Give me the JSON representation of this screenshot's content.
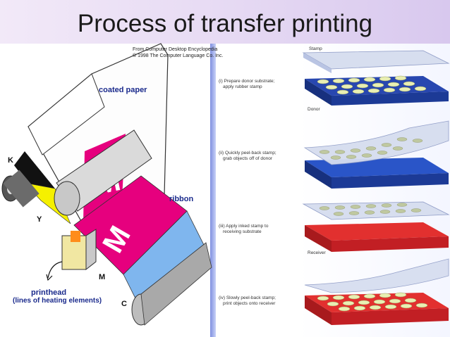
{
  "title": "Process of transfer printing",
  "left_figure": {
    "credit_line1": "From Computer Desktop Encyclopedia",
    "credit_line2": "© 1998 The Computer Language Co. Inc.",
    "labels": {
      "coated_paper": "coated paper",
      "ribbon": "ribbon",
      "k": "K",
      "y": "Y",
      "m": "M",
      "c": "C",
      "printhead_line1": "printhead",
      "printhead_line2": "(lines of heating elements)",
      "m_on_paper": "M",
      "m_on_ribbon": "M"
    },
    "colors": {
      "black": "#111111",
      "yellow": "#f5f000",
      "magenta": "#e6007e",
      "cyan": "#7fb6ee"
    }
  },
  "right_figure": {
    "labels": {
      "stamp": "Stamp",
      "donor": "Donor",
      "receiver": "Receiver"
    },
    "steps": [
      {
        "line1": "(i) Prepare donor substrate;",
        "line2": "apply rubber stamp"
      },
      {
        "line1": "(ii) Quickly peel-back stamp;",
        "line2": "grab objects off of donor"
      },
      {
        "line1": "(iii) Apply inked stamp to",
        "line2": "receiving substrate"
      },
      {
        "line1": "(iv) Slowly peel-back stamp;",
        "line2": "print objects onto receiver"
      }
    ],
    "colors": {
      "donor": "#1f3fa8",
      "receiver": "#d8262b",
      "stamp": "#cfd8f3",
      "objects": "#e9efb3"
    }
  }
}
